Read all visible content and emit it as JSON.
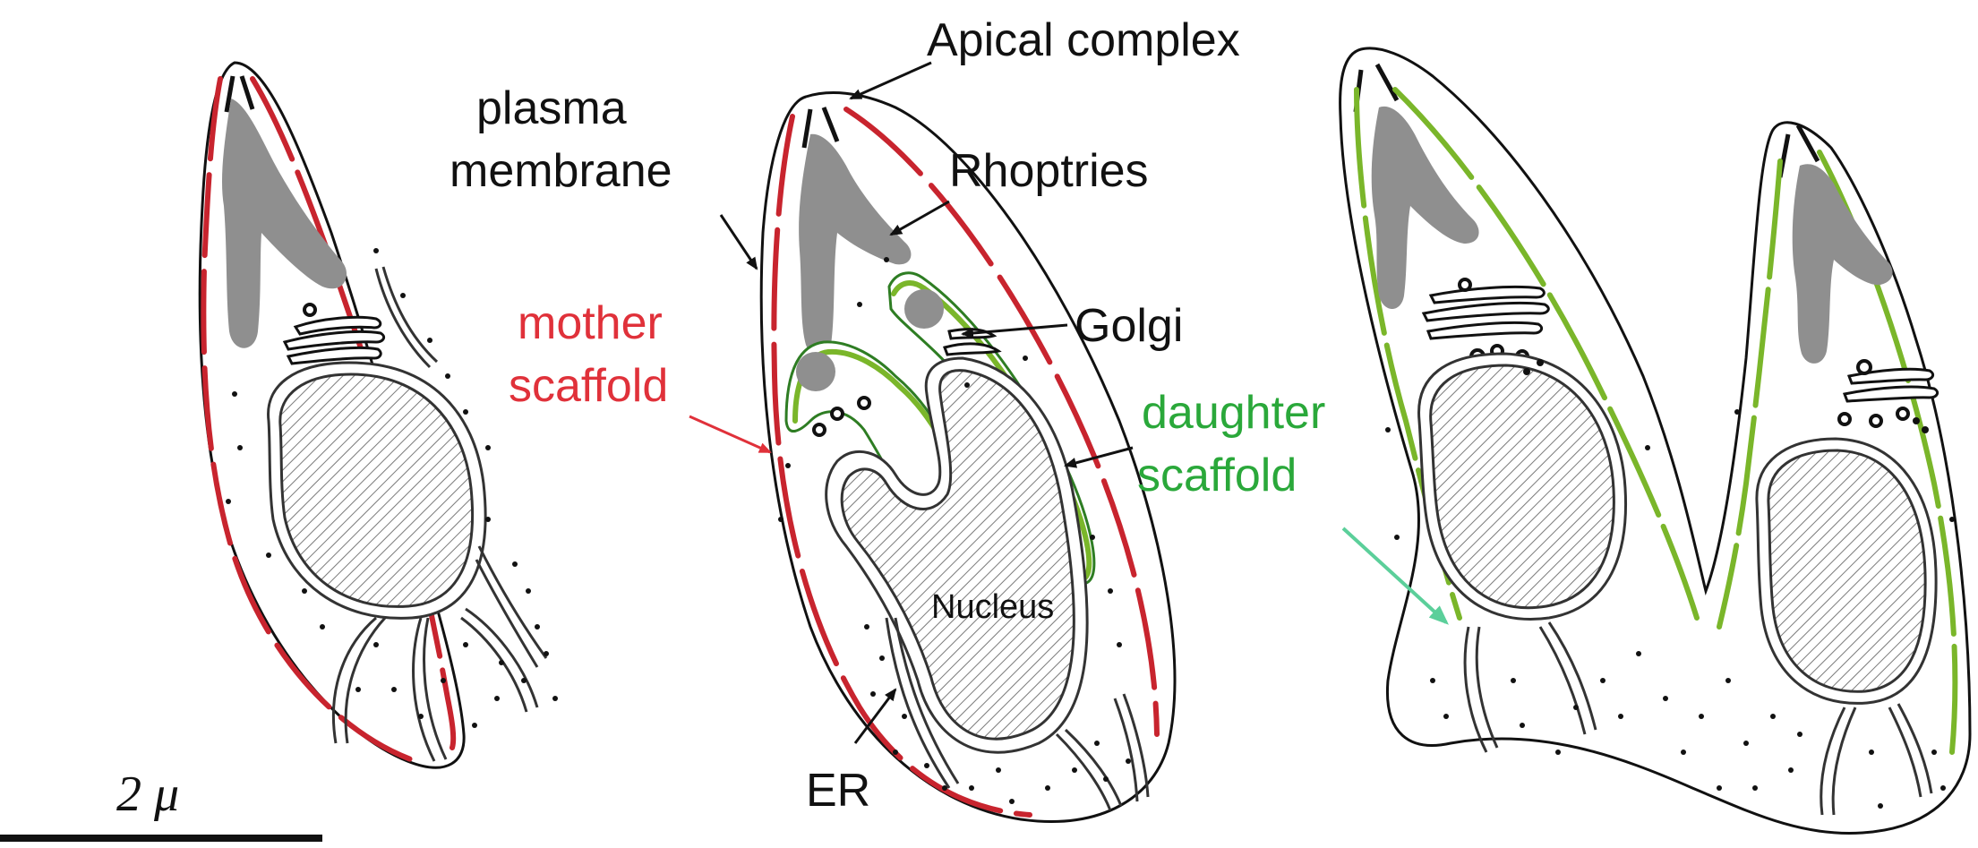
{
  "labels": {
    "apical_complex": "Apical complex",
    "plasma": "plasma",
    "membrane": "membrane",
    "rhoptries": "Rhoptries",
    "mother": "mother",
    "scaffold_red": "scaffold",
    "golgi": "Golgi",
    "daughter": "daughter",
    "scaffold_green": "scaffold",
    "nucleus": "Nucleus",
    "er": "ER",
    "scale": "2 μ"
  },
  "colors": {
    "mother_scaffold": "#c8242e",
    "daughter_scaffold": "#7ab62a",
    "label_red": "#e0313a",
    "label_green": "#2aa83a",
    "rhoptry": "#8f8f8f"
  }
}
